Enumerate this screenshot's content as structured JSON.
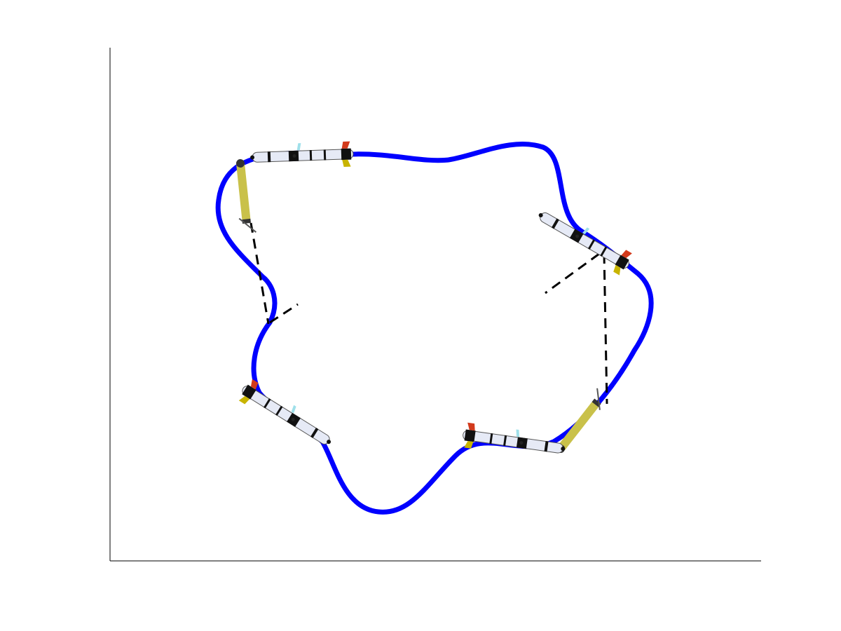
{
  "figure": {
    "background": "#ffffff",
    "axis_color": "#000000",
    "path_color": "#0000ff",
    "link_color": "#000000",
    "vehicle_body_color": "#e6eaf6",
    "vehicle_band_color": "#111111",
    "fin_yellow": "#c8b400",
    "fin_red": "#d23a1c",
    "fin_cyan": "#9fe0ea",
    "rod_color": "#c9c14a",
    "rod_cap_color": "#333333"
  },
  "vehicles": [
    {
      "id": "top-left"
    },
    {
      "id": "top-right"
    },
    {
      "id": "bottom-left"
    },
    {
      "id": "bottom-center"
    }
  ],
  "rods": [
    {
      "id": "left-rod"
    },
    {
      "id": "right-rod"
    }
  ]
}
